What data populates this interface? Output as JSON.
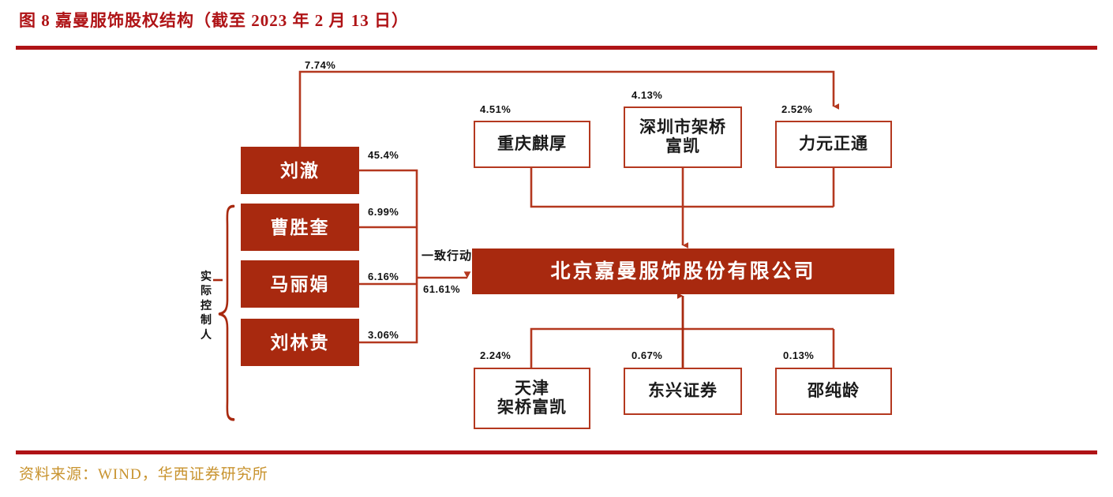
{
  "figure": {
    "title": "图 8  嘉曼服饰股权结构（截至 2023 年 2 月 13 日）",
    "source": "资料来源：WIND，华西证券研究所",
    "accent_color": "#AF1316",
    "fill_color": "#A8290F",
    "line_color": "#B4381F",
    "source_color": "#C8932E"
  },
  "chart_data": {
    "type": "diagram",
    "title": "图 8  嘉曼服饰股权结构（截至 2023 年 2 月 13 日）",
    "subject": "北京嘉曼服饰股份有限公司",
    "nodes": [
      {
        "id": "liuche",
        "label": "刘澈",
        "group": "controller",
        "stake": "45.4%"
      },
      {
        "id": "caoshengkui",
        "label": "曹胜奎",
        "group": "controller",
        "stake": "6.99%"
      },
      {
        "id": "malijuan",
        "label": "马丽娟",
        "group": "controller",
        "stake": "6.16%"
      },
      {
        "id": "liulingui",
        "label": "刘林贵",
        "group": "controller",
        "stake": "3.06%"
      },
      {
        "id": "chongqing",
        "label": "重庆麒厚",
        "group": "top",
        "stake": "4.51%"
      },
      {
        "id": "shenzhen",
        "label": "深圳市架桥\n富凯",
        "group": "top",
        "stake": "4.13%"
      },
      {
        "id": "liyuan",
        "label": "力元正通",
        "group": "top",
        "stake": "2.52%"
      },
      {
        "id": "tianjin",
        "label": "天津\n架桥富凯",
        "group": "bottom",
        "stake": "2.24%"
      },
      {
        "id": "dongxing",
        "label": "东兴证券",
        "group": "bottom",
        "stake": "0.67%"
      },
      {
        "id": "shaochunling",
        "label": "邵纯龄",
        "group": "bottom",
        "stake": "0.13%"
      },
      {
        "id": "company",
        "label": "北京嘉曼服饰股份有限公司",
        "group": "center"
      }
    ],
    "edges": [
      {
        "from": "liuche",
        "to": "bus_left",
        "value": "45.4%"
      },
      {
        "from": "caoshengkui",
        "to": "bus_left",
        "value": "6.99%"
      },
      {
        "from": "malijuan",
        "to": "bus_left",
        "value": "6.16%"
      },
      {
        "from": "liulingui",
        "to": "bus_left",
        "value": "3.06%"
      },
      {
        "from": "bus_left",
        "to": "company",
        "value": "61.61%",
        "note": "一致行动"
      },
      {
        "from": "liuche",
        "to": "liyuan",
        "value": "7.74%"
      },
      {
        "from": "chongqing",
        "to": "company",
        "value": "4.51%"
      },
      {
        "from": "shenzhen",
        "to": "company",
        "value": "4.13%"
      },
      {
        "from": "liyuan",
        "to": "company",
        "value": "2.52%"
      },
      {
        "from": "tianjin",
        "to": "company",
        "value": "2.24%"
      },
      {
        "from": "dongxing",
        "to": "company",
        "value": "0.67%"
      },
      {
        "from": "shaochunling",
        "to": "company",
        "value": "0.13%"
      }
    ]
  },
  "controller_group": {
    "label_chars": [
      "实",
      "际",
      "控",
      "制",
      "人"
    ],
    "persons": [
      {
        "name": "刘澈",
        "pct": "45.4%"
      },
      {
        "name": "曹胜奎",
        "pct": "6.99%"
      },
      {
        "name": "马丽娟",
        "pct": "6.16%"
      },
      {
        "name": "刘林贵",
        "pct": "3.06%"
      }
    ],
    "concerted_action": "一致行动",
    "total_pct": "61.61%",
    "liuche_direct_pct": "7.74%"
  },
  "company": {
    "name": "北京嘉曼服饰股份有限公司"
  },
  "top_shareholders": [
    {
      "name": "重庆麒厚",
      "pct": "4.51%"
    },
    {
      "name_line1": "深圳市架桥",
      "name_line2": "富凯",
      "pct": "4.13%"
    },
    {
      "name": "力元正通",
      "pct": "2.52%"
    }
  ],
  "bottom_shareholders": [
    {
      "name_line1": "天津",
      "name_line2": "架桥富凯",
      "pct": "2.24%"
    },
    {
      "name": "东兴证券",
      "pct": "0.67%"
    },
    {
      "name": "邵纯龄",
      "pct": "0.13%"
    }
  ]
}
